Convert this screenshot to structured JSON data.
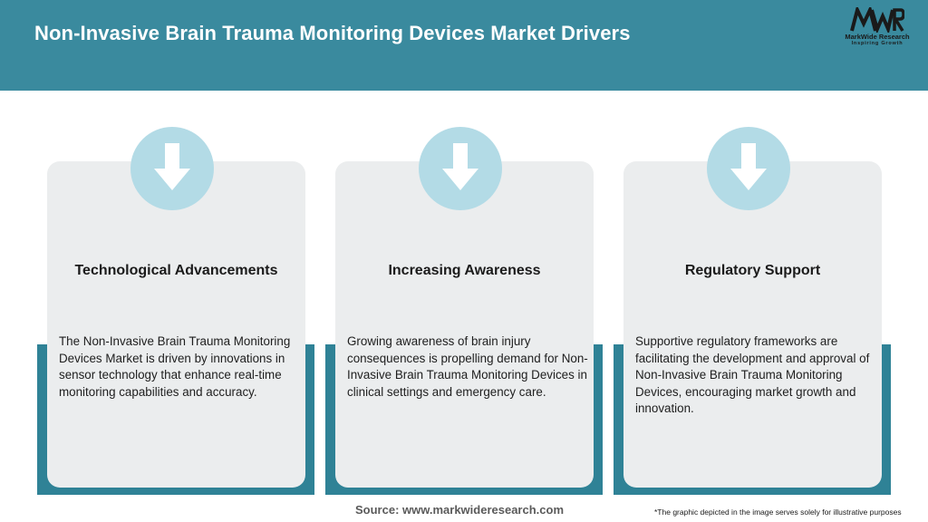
{
  "header": {
    "title": "Non-Invasive Brain Trauma Monitoring Devices Market Drivers",
    "background_color": "#3a8a9e"
  },
  "logo": {
    "mark": "MWR",
    "name": "MarkWide Research",
    "tagline": "Inspiring Growth"
  },
  "cards": [
    {
      "icon": "arrow-down-icon",
      "title": "Technological Advancements",
      "text": "The Non-Invasive Brain Trauma Monitoring Devices Market is driven by innovations in sensor technology that enhance real-time monitoring capabilities and accuracy."
    },
    {
      "icon": "arrow-down-icon",
      "title": "Increasing Awareness",
      "text": "Growing awareness of brain injury consequences is propelling demand for Non-Invasive Brain Trauma Monitoring Devices in clinical settings and emergency care."
    },
    {
      "icon": "arrow-down-icon",
      "title": "Regulatory Support",
      "text": "Supportive regulatory frameworks are facilitating the development and approval of Non-Invasive Brain Trauma Monitoring Devices, encouraging market growth and innovation."
    }
  ],
  "colors": {
    "accent": "#2f8296",
    "circle": "#b3dbe6",
    "card": "#ebedee"
  },
  "footer": {
    "source": "Source: www.markwideresearch.com",
    "disclaimer": "*The graphic depicted in the image serves solely for illustrative purposes"
  }
}
